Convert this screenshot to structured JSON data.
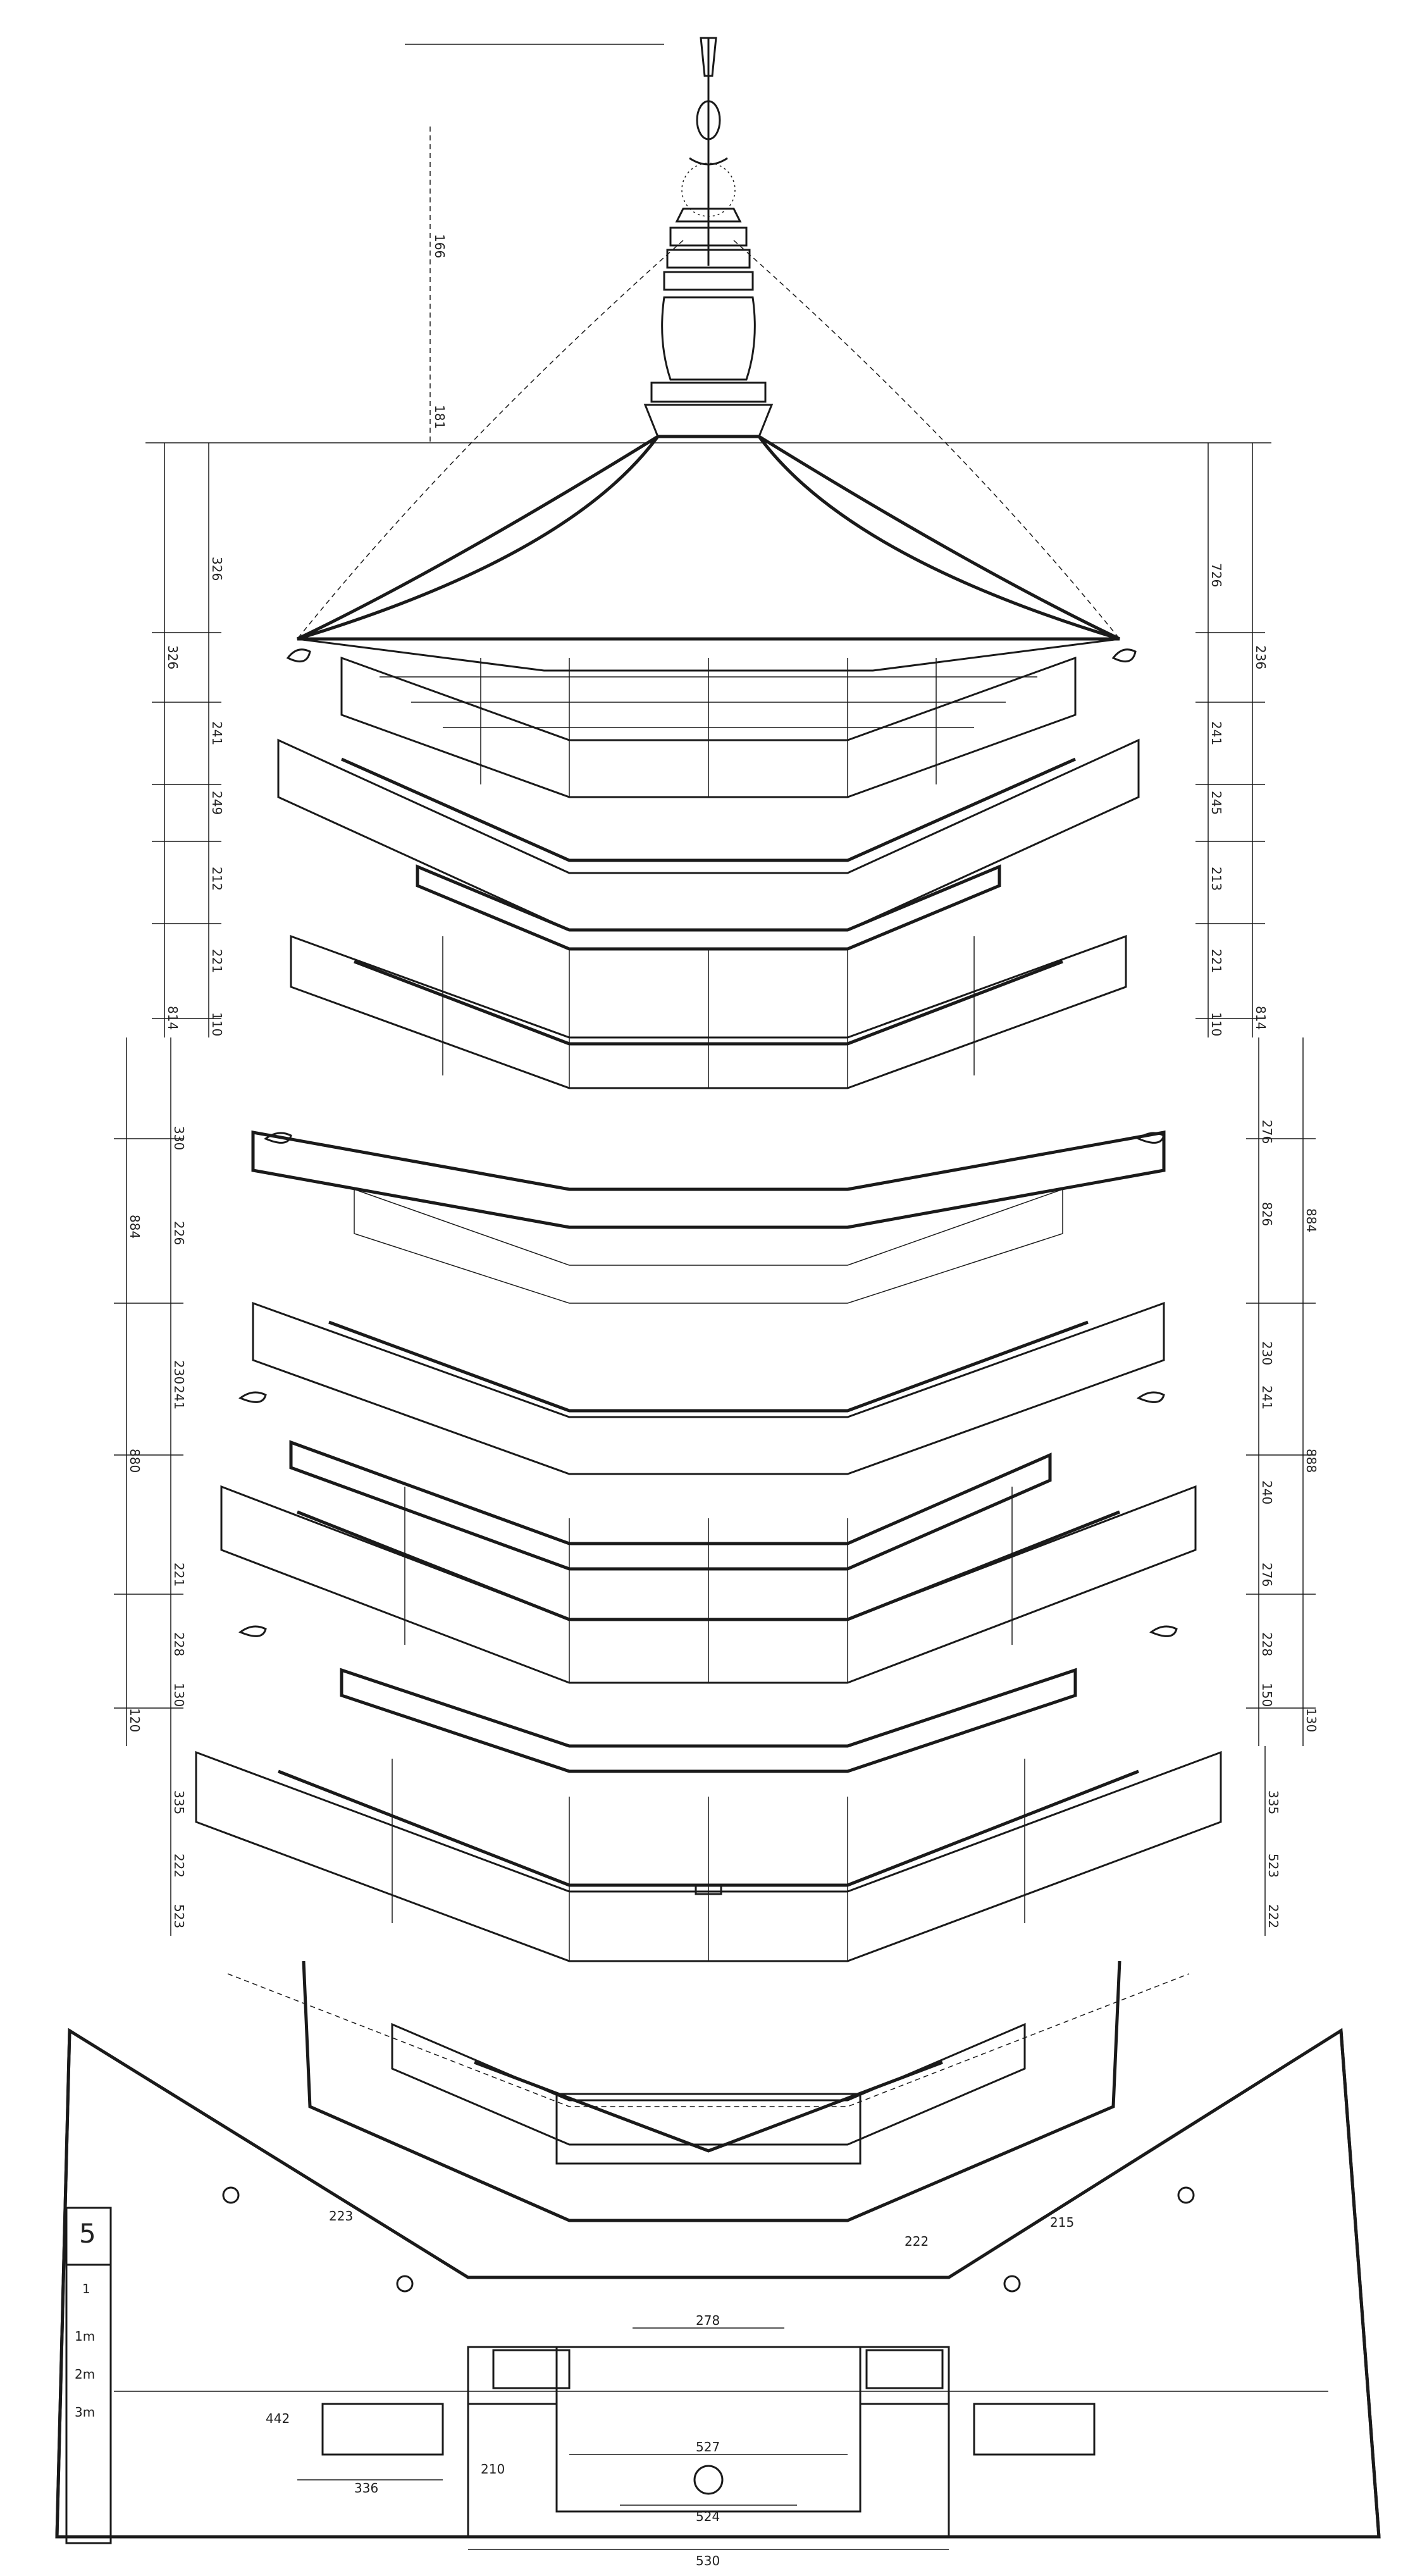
{
  "drawing": {
    "left_dimensions_upper": [
      "326",
      "326",
      "241",
      "249",
      "212",
      "221",
      "110",
      "814"
    ],
    "right_dimensions_upper": [
      "726",
      "236",
      "241",
      "245",
      "213",
      "221",
      "110",
      "814"
    ],
    "left_dimensions_middle": [
      "330",
      "884",
      "226",
      "230",
      "241",
      "880",
      "221",
      "228",
      "130",
      "120"
    ],
    "right_dimensions_middle": [
      "276",
      "826",
      "884",
      "230",
      "241",
      "888",
      "240",
      "276",
      "228",
      "150",
      "130"
    ],
    "left_dimensions_lower": [
      "335",
      "222",
      "523"
    ],
    "right_dimensions_lower": [
      "335",
      "523",
      "222"
    ],
    "spire_dimensions": [
      "166",
      "181"
    ],
    "base_dimensions": [
      "278",
      "524",
      "527",
      "530",
      "336",
      "210",
      "442",
      "222",
      "223",
      "215"
    ],
    "legend_marks": [
      "5",
      "1",
      "1m",
      "2m",
      "3m"
    ]
  }
}
